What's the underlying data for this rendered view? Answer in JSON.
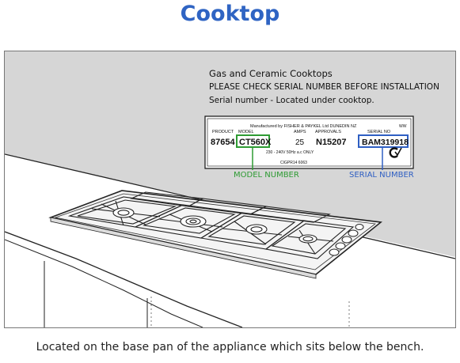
{
  "page": {
    "title": "Cooktop",
    "caption": "Located on the base pan of the appliance which sits below the bench."
  },
  "info": {
    "line1": "Gas and Ceramic Cooktops",
    "line2": "PLEASE CHECK SERIAL NUMBER BEFORE INSTALLATION",
    "line3": "Serial number - Located under cooktop."
  },
  "plate": {
    "manufacturer": "Manufactured by FISHER & PAYKEL Ltd DUNEDIN  NZ",
    "corner_mark": "WW",
    "headers": {
      "product": "PRODUCT",
      "model": "MODEL",
      "amps": "AMPS",
      "approvals": "APPROVALS",
      "serial": "SERIAL NO"
    },
    "values": {
      "product": "87654",
      "model": "CT560X",
      "amps": "25",
      "approvals": "N15207",
      "serial": "BAM319918"
    },
    "rating": "230 - 240V 50Hz a.c ONLY",
    "code": "CIGPR14   6063"
  },
  "callouts": {
    "model": "MODEL NUMBER",
    "serial": "SERIAL NUMBER"
  },
  "colors": {
    "title": "#2f64c3",
    "model_highlight": "#2e9b33",
    "serial_highlight": "#2f5fc3",
    "wall": "#d6d6d6"
  }
}
